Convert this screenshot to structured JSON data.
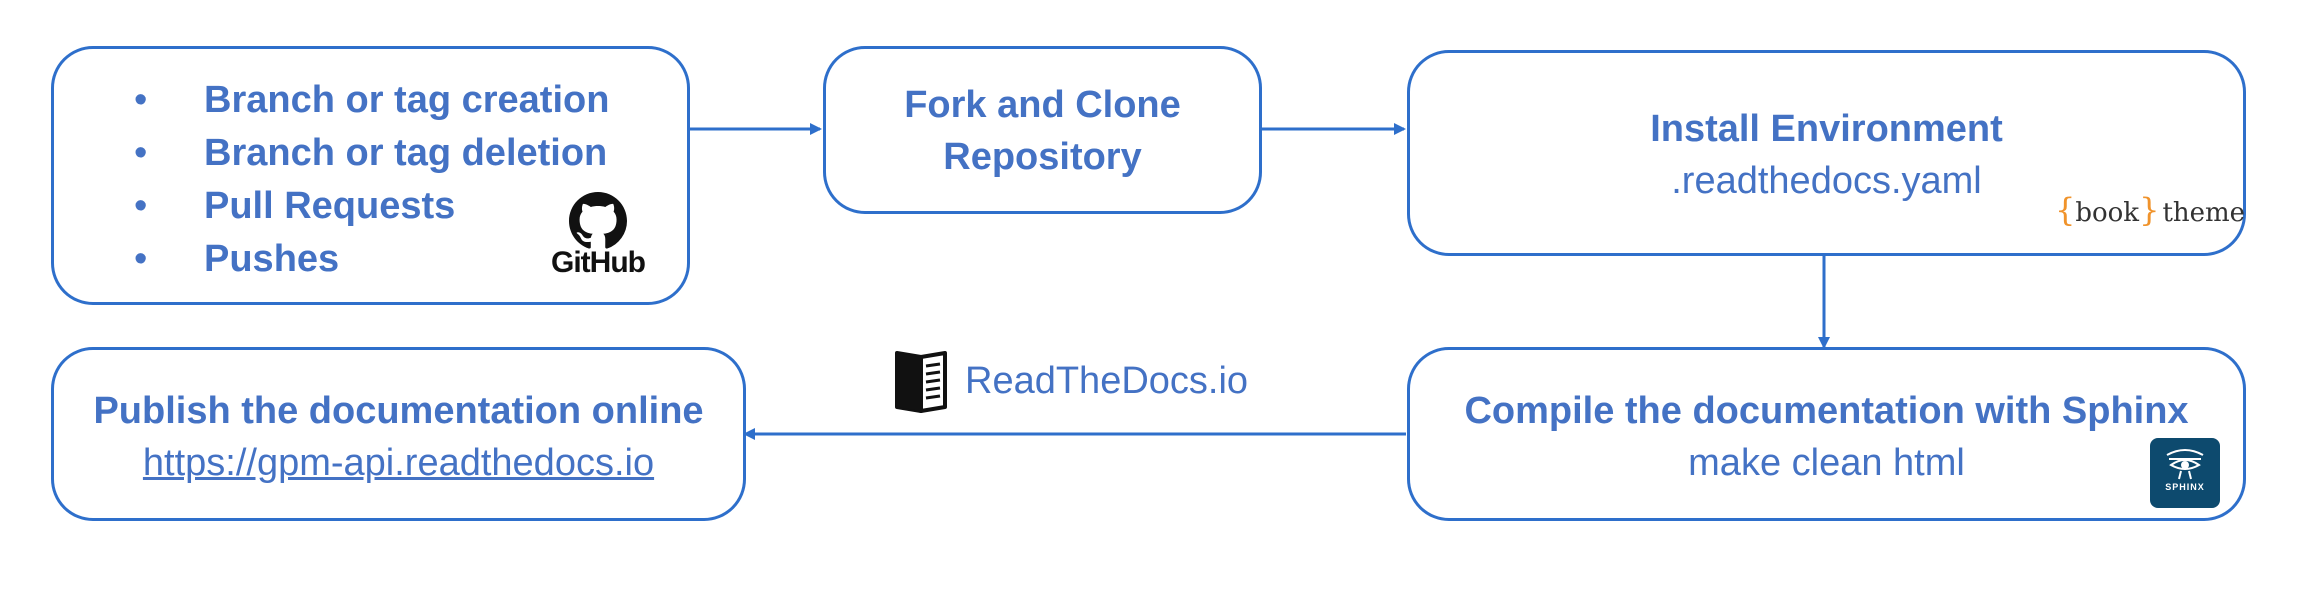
{
  "triggers": {
    "items": [
      {
        "label": "Branch or tag creation"
      },
      {
        "label": "Branch or tag deletion"
      },
      {
        "label": "Pull Requests"
      },
      {
        "label": "Pushes"
      }
    ],
    "logo_text": "GitHub",
    "logo_icon": "github-octocat-icon"
  },
  "fork": {
    "line1": "Fork and Clone",
    "line2": "Repository"
  },
  "install": {
    "title": "Install Environment",
    "file": ".readthedocs.yaml",
    "logo": {
      "brace_open": "{",
      "word": "book",
      "brace_close": "}",
      "suffix": "theme"
    }
  },
  "compile": {
    "title": "Compile the documentation with Sphinx",
    "command": "make clean html",
    "logo_text": "SPHINX",
    "logo_icon": "sphinx-eye-icon"
  },
  "publish": {
    "title": "Publish the documentation online",
    "url": "https://gpm-api.readthedocs.io"
  },
  "arrow_label": {
    "text": "ReadTheDocs.io",
    "icon": "readthedocs-book-icon"
  },
  "colors": {
    "primary": "#4472c4",
    "border": "#2e6fcb",
    "orange": "#f0932b",
    "sphinx_bg": "#0d4a6e",
    "dark": "#222222"
  }
}
